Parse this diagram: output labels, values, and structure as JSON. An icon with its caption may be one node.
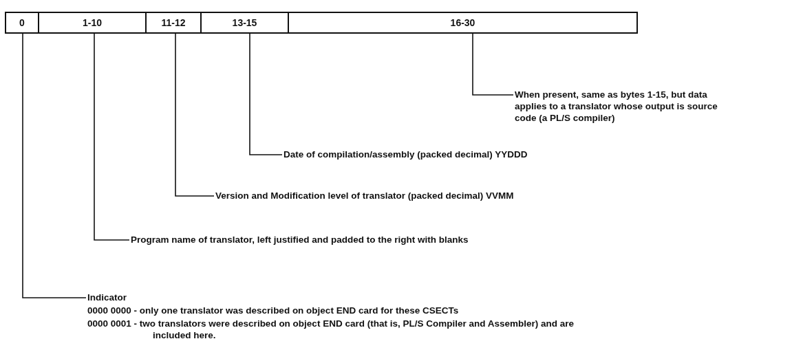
{
  "diagram": {
    "nodes": [
      {
        "text": [
          "0"
        ]
      },
      {
        "text": [
          "1-10"
        ]
      },
      {
        "text": [
          "11-12"
        ]
      },
      {
        "text": [
          "13-15"
        ]
      },
      {
        "text": [
          "16-30"
        ]
      },
      {
        "text": [
          "When present, same as bytes 1-15, but data applies to a translator whose output is source code (a PL/S compiler)"
        ]
      },
      {
        "text": [
          "Date of compilation/assembly (packed decimal) YYDDD"
        ]
      },
      {
        "text": [
          "Version and Modification level of translator (packed decimal) VVMM"
        ]
      },
      {
        "text": [
          "Program name of translator, left justified and padded to the right with blanks"
        ]
      },
      {
        "text": [
          "Indicator",
          "0000 0000 - only one translator was described on object END card for these CSECTs",
          "0000 0001 - two translators were described on object END card (that is, PL/S Compiler and Assembler) and are included here."
        ]
      }
    ],
    "edges": [
      {
        "from": 5,
        "to": 4,
        "arrow": "none"
      },
      {
        "from": 6,
        "to": 3,
        "arrow": "none"
      },
      {
        "from": 7,
        "to": 2,
        "arrow": "none"
      },
      {
        "from": 8,
        "to": 1,
        "arrow": "none"
      },
      {
        "from": 9,
        "to": 0,
        "arrow": "none"
      }
    ]
  }
}
